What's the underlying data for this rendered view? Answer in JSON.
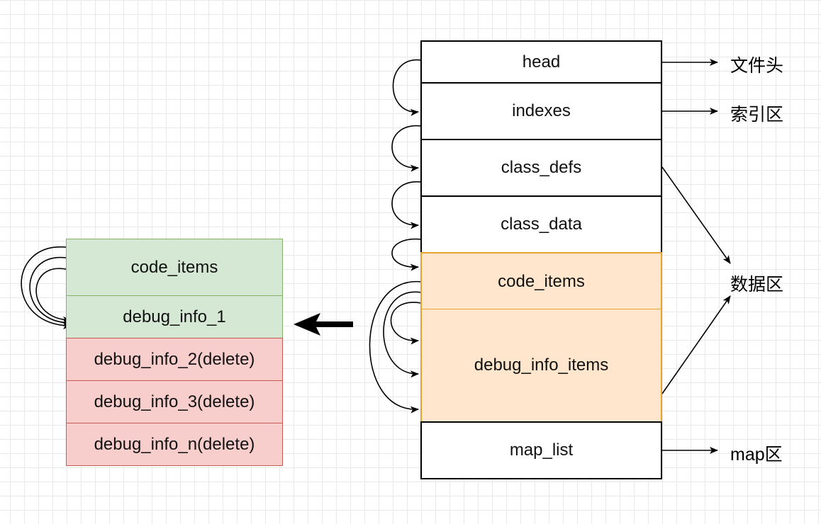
{
  "dex_sections": [
    "head",
    "indexes",
    "class_defs",
    "class_data",
    "code_items",
    "debug_info_items",
    "map_list"
  ],
  "right_labels": {
    "file_header": "文件头",
    "index_area": "索引区",
    "data_area": "数据区",
    "map_area": "map区"
  },
  "stripped_sections": {
    "kept": [
      "code_items",
      "debug_info_1"
    ],
    "deleted": [
      "debug_info_2(delete)",
      "debug_info_3(delete)",
      "debug_info_n(delete)"
    ]
  },
  "colors": {
    "code_fill": "#ffe6cc",
    "code_stroke": "#e7a232",
    "kept_fill": "#d5e8d4",
    "kept_stroke": "#82b366",
    "deleted_fill": "#f8cecc",
    "deleted_stroke": "#c85a55"
  }
}
